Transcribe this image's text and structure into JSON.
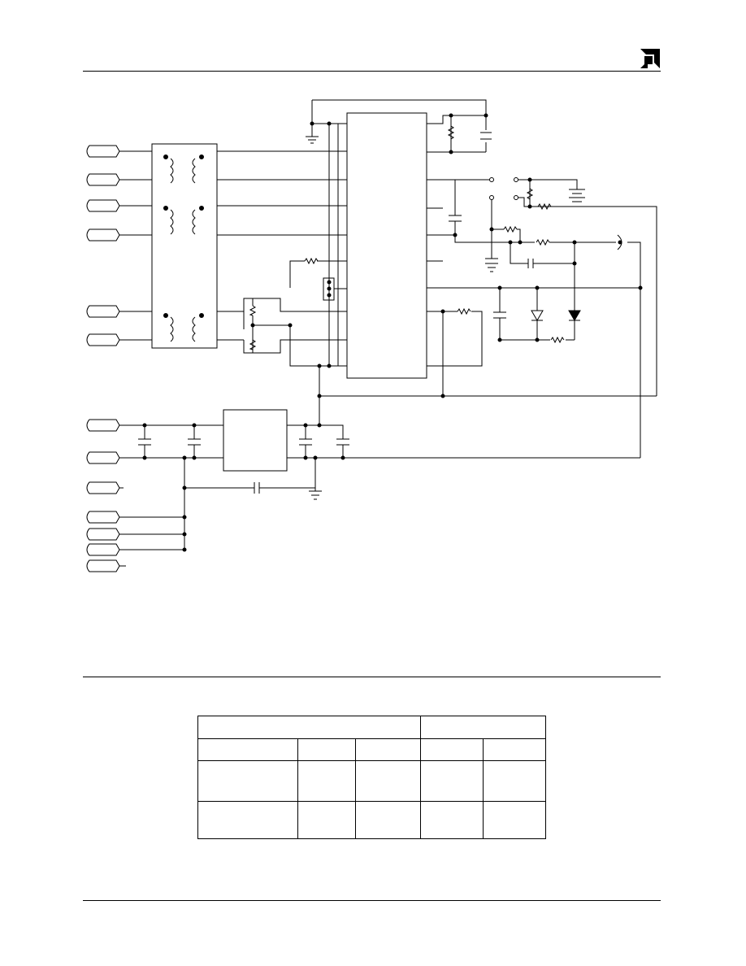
{
  "header": {
    "logo_icon": "amd-arrow-logo-icon"
  },
  "schematic": {
    "components": [
      "transformer",
      "transformer",
      "transformer",
      "chip",
      "chip",
      "resistor",
      "capacitor",
      "diode",
      "jumper",
      "ground",
      "connector-terminal"
    ]
  },
  "table": {
    "rows": [
      [
        "",
        "",
        "",
        "",
        ""
      ],
      [
        "",
        "",
        "",
        "",
        ""
      ],
      [
        "",
        "",
        "",
        "",
        ""
      ],
      [
        "",
        "",
        "",
        "",
        ""
      ]
    ]
  }
}
